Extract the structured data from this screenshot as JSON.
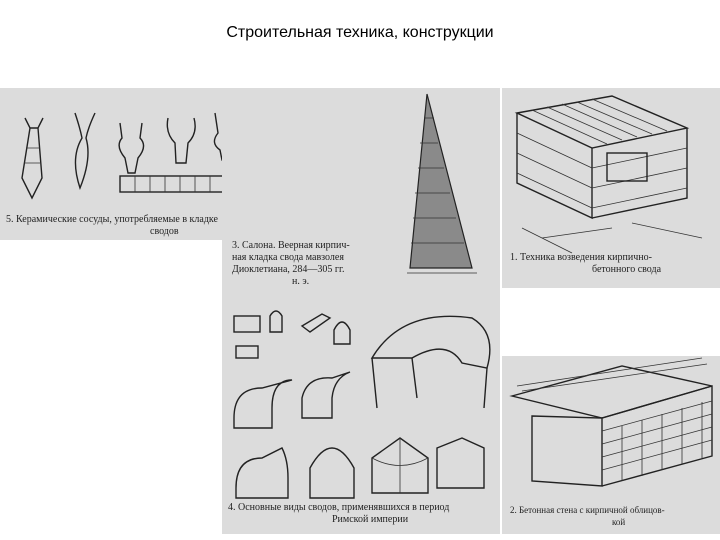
{
  "slide": {
    "title": "Строительная техника, конструкции"
  },
  "figures": {
    "fig5": {
      "caption_line1": "5. Керамические сосуды, употребляемые в кладке",
      "caption_line2": "сводов"
    },
    "fig3": {
      "caption_line1": "3. Салона. Веерная кирпич-",
      "caption_line2": "ная кладка свода мавзолея",
      "caption_line3": "Диоклетиана, 284—305 гг.",
      "caption_line4": "н. э."
    },
    "fig1": {
      "caption_line1": "1. Техника возведения кирпично-",
      "caption_line2": "бетонного свода"
    },
    "fig4": {
      "caption_line1": "4. Основные виды сводов, применявшихся в период",
      "caption_line2": "Римской империи"
    },
    "fig2": {
      "caption_line1": "2. Бетонная стена с кирпичной облицов-",
      "caption_line2": "кой"
    }
  }
}
